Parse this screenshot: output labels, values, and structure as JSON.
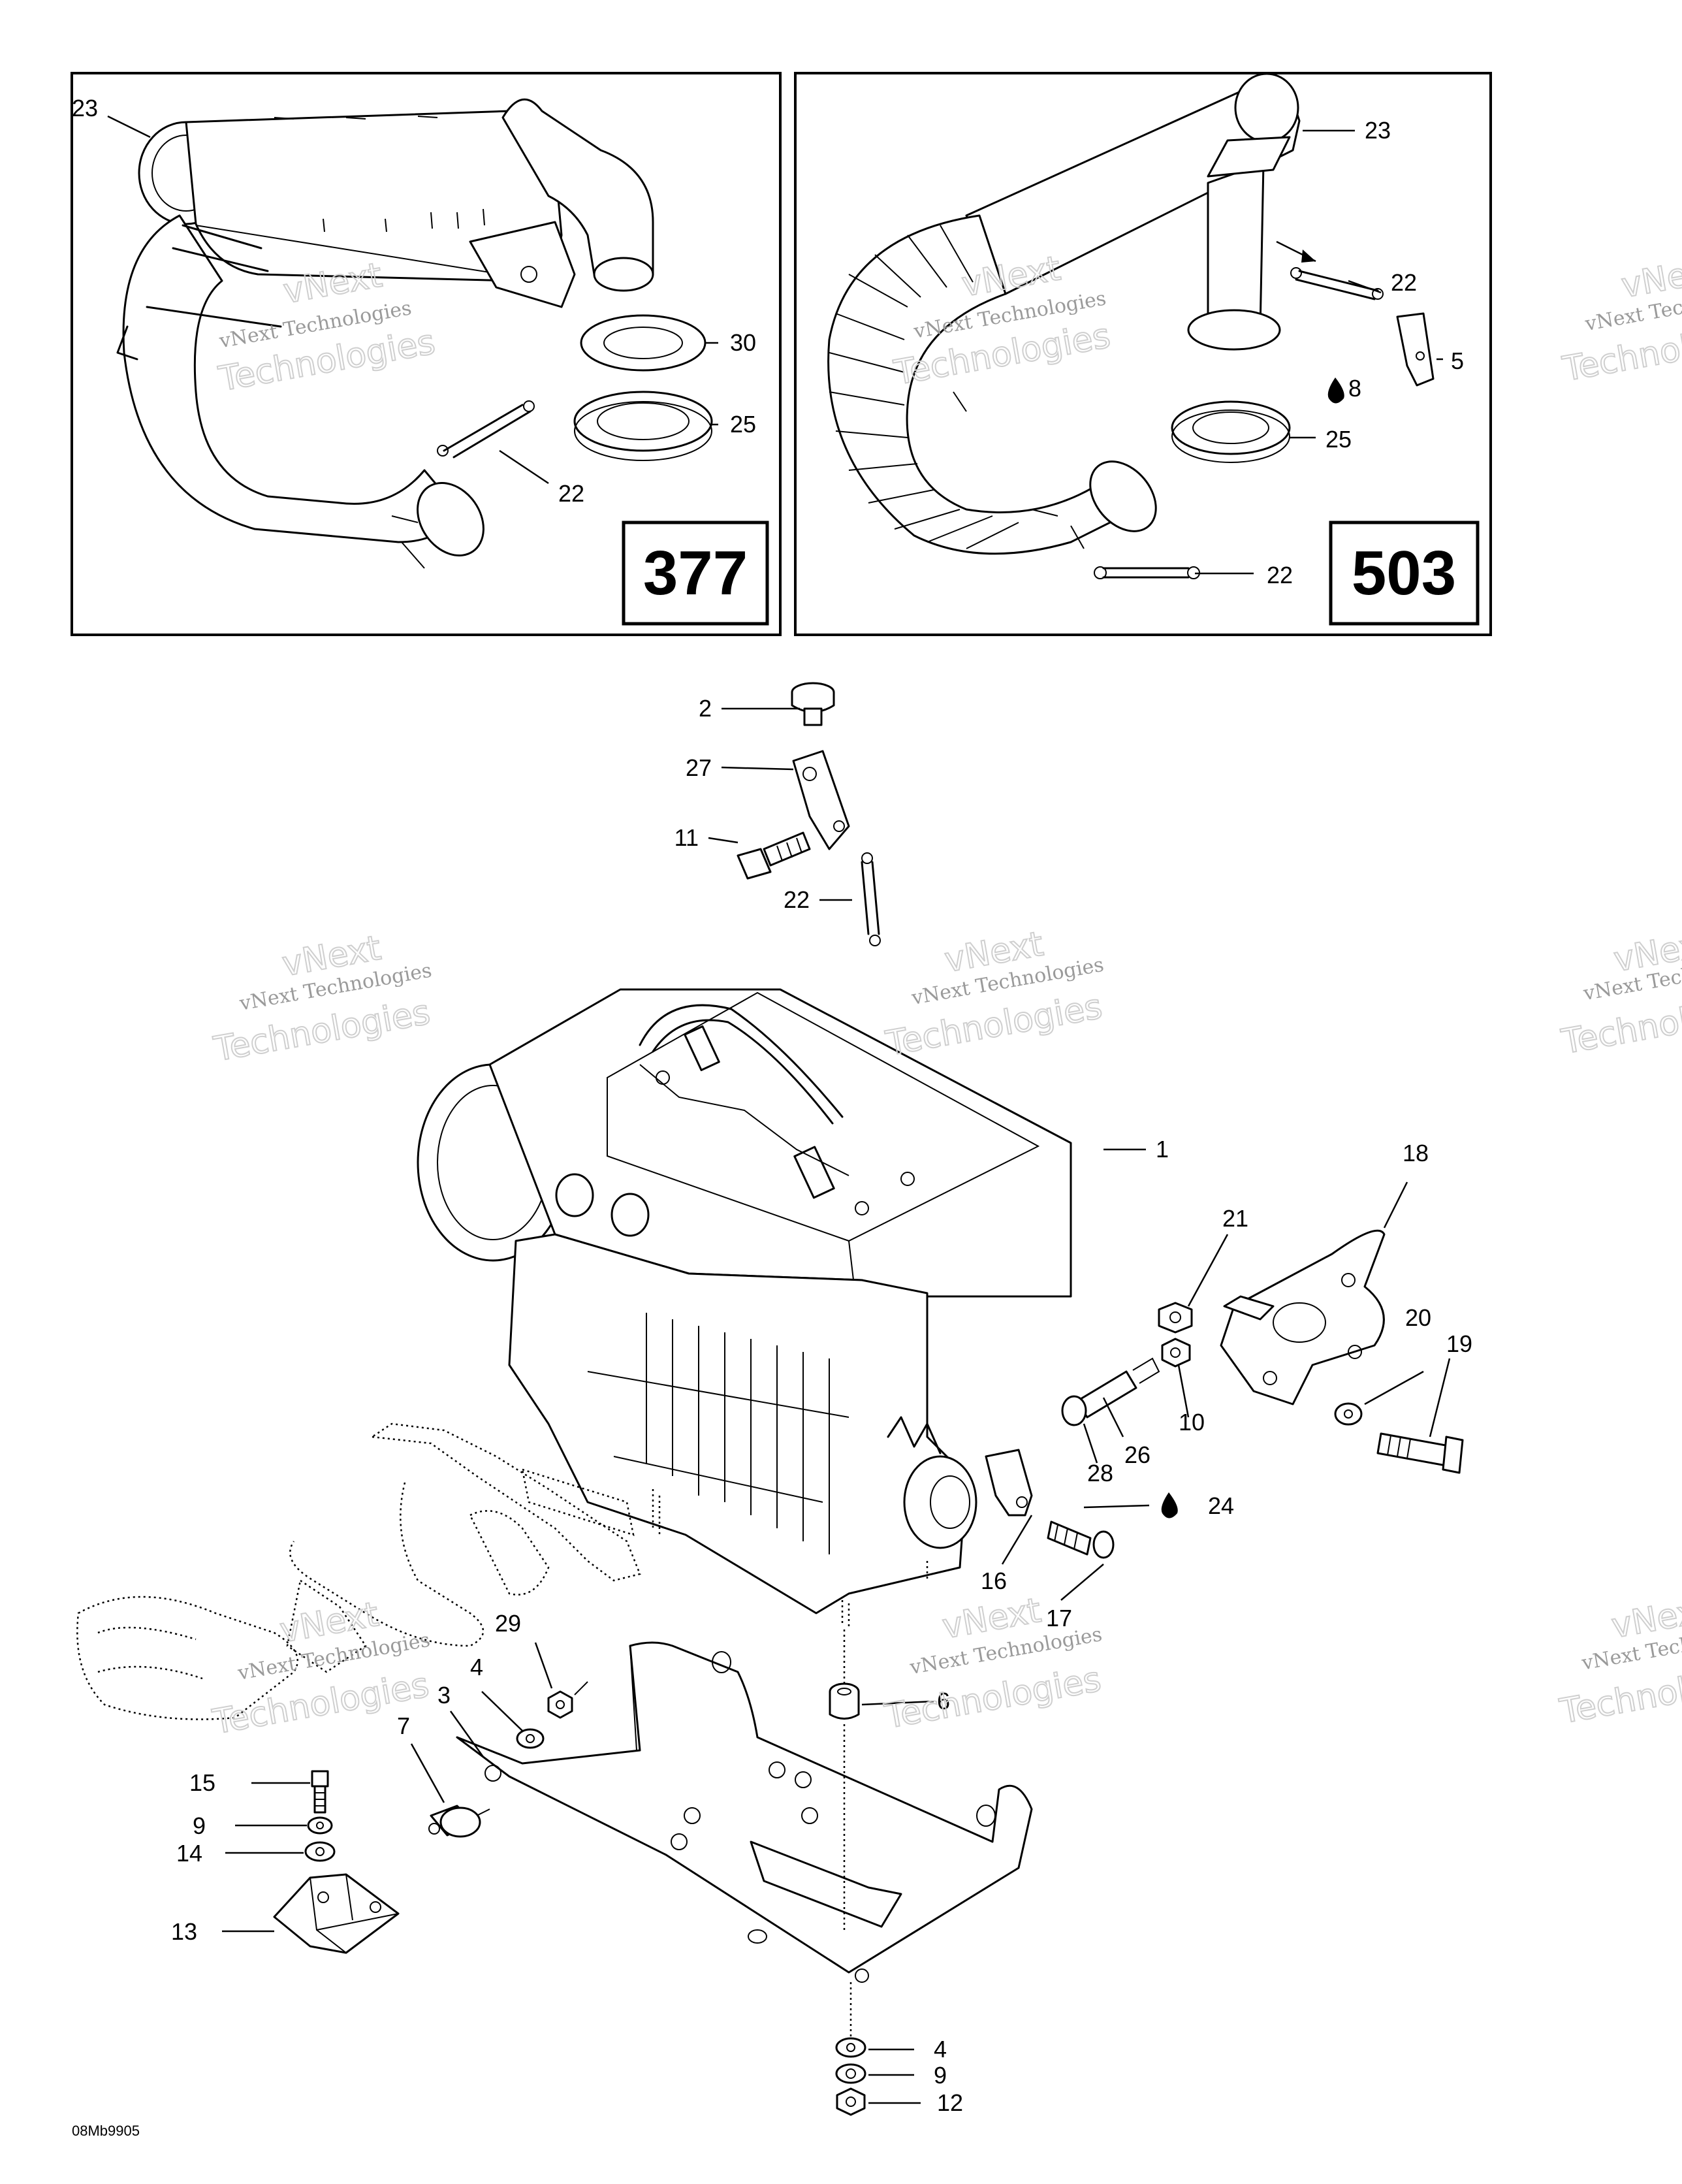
{
  "diagram": {
    "drawing_code": "08Mb9905",
    "watermark": {
      "line1": "vNext",
      "line2": "vNext Technologies",
      "line3": "Technologies"
    },
    "inset_left": {
      "title": "377"
    },
    "inset_right": {
      "title": "503"
    },
    "callouts": {
      "c1": "1",
      "c2": "2",
      "c3": "3",
      "c4a": "4",
      "c4b": "4",
      "c5": "5",
      "c6": "6",
      "c7": "7",
      "c8": "8",
      "c9a": "9",
      "c9b": "9",
      "c10": "10",
      "c11": "11",
      "c12": "12",
      "c13": "13",
      "c14": "14",
      "c15": "15",
      "c16": "16",
      "c17": "17",
      "c18": "18",
      "c19": "19",
      "c20": "20",
      "c21": "21",
      "c22a": "22",
      "c22b": "22",
      "c22c": "22",
      "c22d": "22",
      "c23a": "23",
      "c23b": "23",
      "c24": "24",
      "c25a": "25",
      "c25b": "25",
      "c26": "26",
      "c27": "27",
      "c28": "28",
      "c29": "29",
      "c30": "30"
    }
  }
}
